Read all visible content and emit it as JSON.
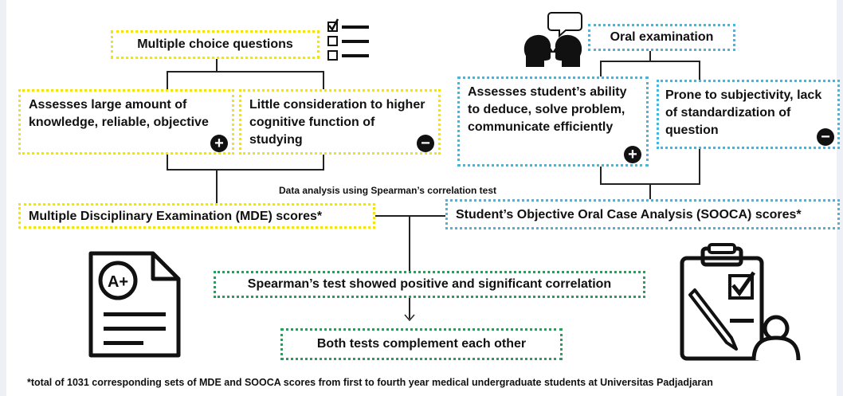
{
  "mcq": {
    "title": "Multiple choice questions",
    "pro": "Assesses large amount of knowledge, reliable, objective",
    "con": "Little consideration to higher cognitive function of studying"
  },
  "oral": {
    "title": "Oral examination",
    "pro": "Assesses student’s ability to deduce, solve problem, communicate efficiently",
    "con": "Prone to subjectivity, lack of standardization of question"
  },
  "analysis_note": "Data analysis using Spearman’s correlation test",
  "mde_scores": "Multiple Disciplinary Examination (MDE) scores*",
  "sooca_scores": "Student’s Objective Oral Case Analysis (SOOCA) scores*",
  "result": "Spearman’s test showed positive and significant correlation",
  "conclusion": "Both tests complement each other",
  "footnote": "*total of 1031  corresponding sets of MDE and SOOCA  scores from first to fourth year medical undergraduate students at Universitas Padjadjaran",
  "signs": {
    "plus": "+",
    "minus": "−"
  },
  "grade_label": "A+",
  "colors": {
    "yellow": "#f2e21a",
    "blue": "#4fb3d9",
    "green": "#22a35a"
  }
}
